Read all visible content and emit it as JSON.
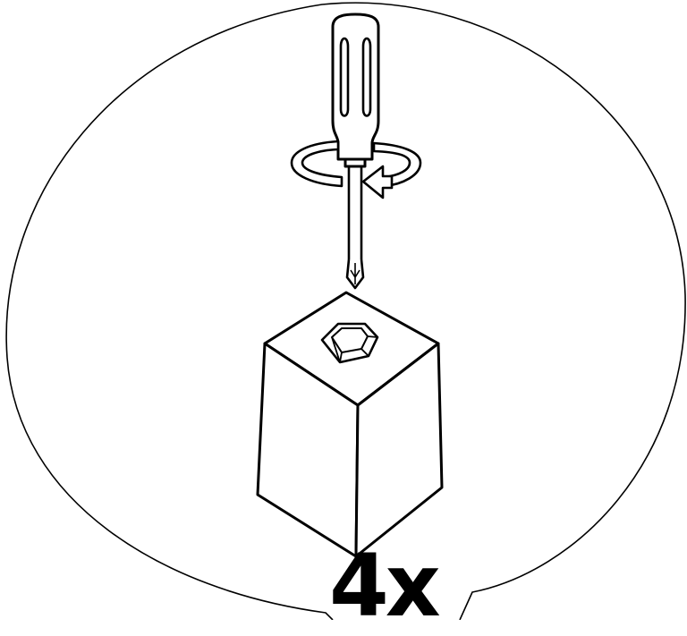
{
  "illustration": {
    "quantity_label": "4x",
    "line_color": "#000000",
    "background_color": "#ffffff",
    "objects": {
      "tool": "phillips-screwdriver",
      "motion": "rotate-clockwise-arrow",
      "part": "square-block-with-hex-hole",
      "frame": "callout-bubble"
    }
  }
}
